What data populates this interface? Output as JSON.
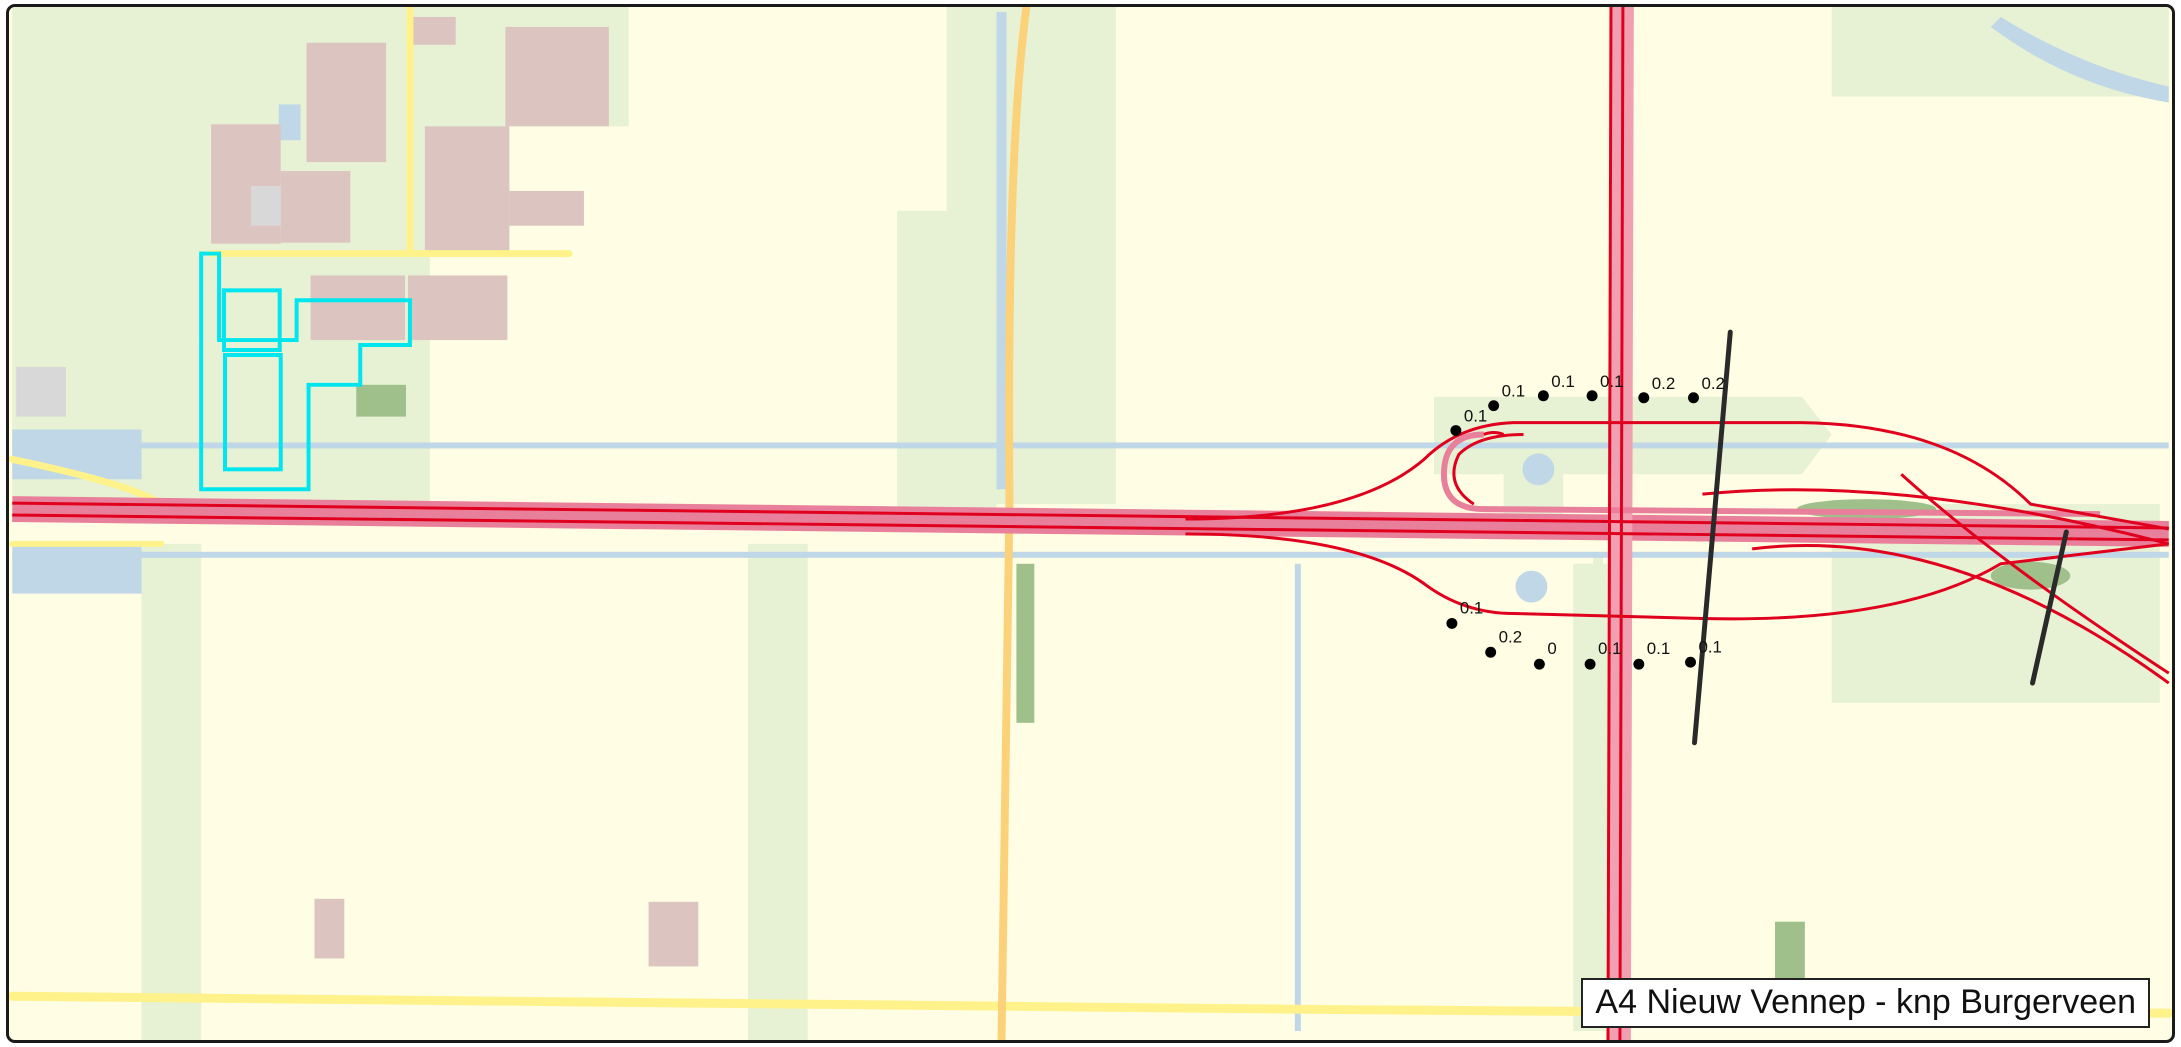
{
  "map": {
    "title": "A4 Nieuw Vennep - knp Burgerveen",
    "colors": {
      "background": "#fffde3",
      "green_area": "#e7f1d4",
      "building": "#dcc4c0",
      "water": "#bfd7e6",
      "highway": "#e8809c",
      "contour_red": "#e0001e",
      "study_area": "#00e5ee",
      "road_yellow": "#fff28a",
      "road_orange": "#fbd27a",
      "cross_section": "#2a2a2a"
    },
    "north_labels": [
      {
        "value": "0.1"
      },
      {
        "value": "0.1"
      },
      {
        "value": "0.1"
      },
      {
        "value": "0.1"
      },
      {
        "value": "0.2"
      },
      {
        "value": "0.2"
      }
    ],
    "south_labels": [
      {
        "value": "0.1"
      },
      {
        "value": "0.2"
      },
      {
        "value": "0"
      },
      {
        "value": "0.1"
      },
      {
        "value": "0.1"
      },
      {
        "value": "0.1"
      }
    ]
  }
}
